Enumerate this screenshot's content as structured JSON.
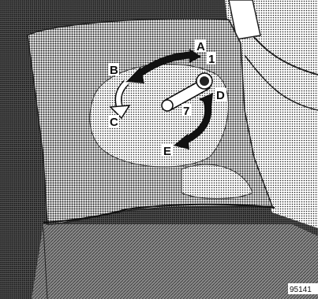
{
  "figure": {
    "labels": {
      "a": "A",
      "b": "B",
      "c": "C",
      "d": "D",
      "e": "E",
      "one": "1",
      "seven": "7"
    },
    "reference_code": "95141"
  }
}
